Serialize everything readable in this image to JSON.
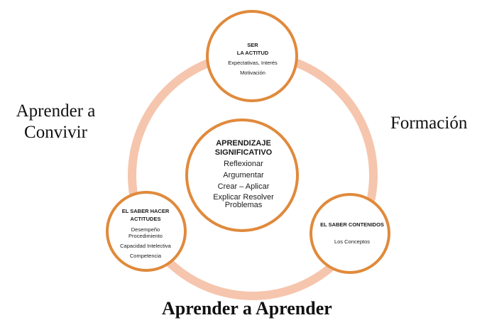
{
  "top_circle": {
    "title": "SER",
    "subtitle": "LA ACTITUD",
    "item1": "Expectativas, Interés",
    "item2": "Motivación"
  },
  "center_circle": {
    "title": "APRENDIZAJE SIGNIFICATIVO",
    "items": [
      "Reflexionar",
      "Argumentar",
      "Crear – Aplicar",
      "Explicar Resolver Problemas"
    ]
  },
  "left_circle": {
    "title": "EL SABER HACER ACTITUDES",
    "items": [
      "Desempeño Procedimiento",
      "Capacidad Intelectiva",
      "Competencia"
    ]
  },
  "right_circle": {
    "title": "EL SABER CONTENIDOS",
    "item": "Los Conceptos"
  },
  "labels": {
    "left": "Aprender a Convivir",
    "right": "Formación",
    "bottom": "Aprender a Aprender"
  },
  "colors": {
    "ring": "#f6c5ad",
    "circle_border": "#e08a3c",
    "circle_fill": "#ffffff"
  }
}
